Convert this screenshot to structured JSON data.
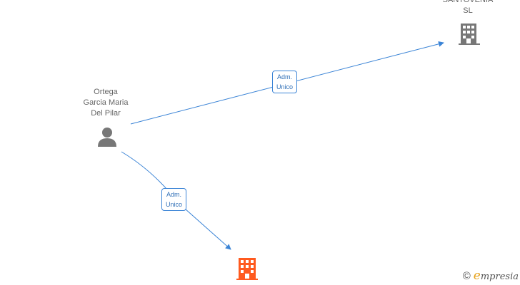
{
  "nodes": {
    "person": {
      "label_lines": [
        "Ortega",
        "Garcia Maria",
        "Del Pilar"
      ],
      "icon": "person-icon",
      "color": "#777777"
    },
    "company_top": {
      "label_lines": [
        "SANTOVENIA",
        "SL"
      ],
      "icon": "building-icon",
      "color": "#777777"
    },
    "company_bottom": {
      "label_lines": [],
      "icon": "building-icon",
      "color": "#ff5a1f"
    }
  },
  "edges": [
    {
      "from": "person",
      "to": "company_top",
      "label_lines": [
        "Adm.",
        "Unico"
      ],
      "color": "#3b84d6"
    },
    {
      "from": "person",
      "to": "company_bottom",
      "label_lines": [
        "Adm.",
        "Unico"
      ],
      "color": "#3b84d6"
    }
  ],
  "footer": {
    "copyright_symbol": "©",
    "brand_initial": "e",
    "brand_rest": "mpresia",
    "accent": "#e7a31c"
  }
}
